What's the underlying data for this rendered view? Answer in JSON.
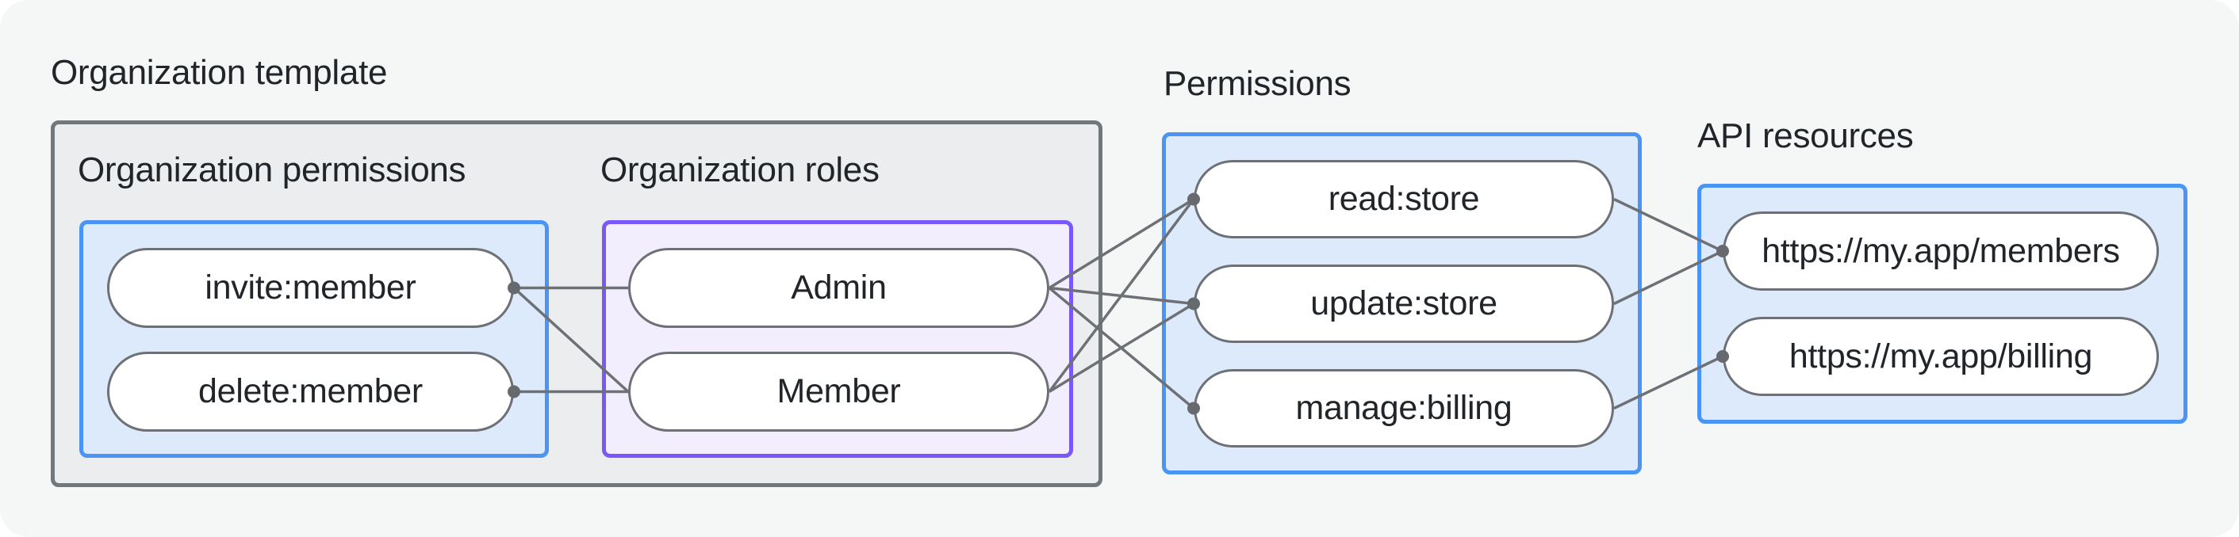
{
  "labels": {
    "organization_template": "Organization template",
    "organization_permissions": "Organization permissions",
    "organization_roles": "Organization roles",
    "permissions": "Permissions",
    "api_resources": "API resources"
  },
  "groups": [
    {
      "id": "organization-template",
      "label": "Organization template"
    },
    {
      "id": "organization-permissions",
      "label": "Organization permissions"
    },
    {
      "id": "organization-roles",
      "label": "Organization roles"
    },
    {
      "id": "permissions",
      "label": "Permissions"
    },
    {
      "id": "api-resources",
      "label": "API resources"
    }
  ],
  "nodes": [
    {
      "id": "invite",
      "label": "invite:member",
      "group": "organization-permissions"
    },
    {
      "id": "delete",
      "label": "delete:member",
      "group": "organization-permissions"
    },
    {
      "id": "admin",
      "label": "Admin",
      "group": "organization-roles"
    },
    {
      "id": "member",
      "label": "Member",
      "group": "organization-roles"
    },
    {
      "id": "read",
      "label": "read:store",
      "group": "permissions"
    },
    {
      "id": "update",
      "label": "update:store",
      "group": "permissions"
    },
    {
      "id": "manage",
      "label": "manage:billing",
      "group": "permissions"
    },
    {
      "id": "members_api",
      "label": "https://my.app/members",
      "group": "api-resources"
    },
    {
      "id": "billing_api",
      "label": "https://my.app/billing",
      "group": "api-resources"
    }
  ],
  "edges": [
    {
      "from": "invite",
      "to": "admin",
      "dot": "from"
    },
    {
      "from": "invite",
      "to": "member",
      "dot": "from"
    },
    {
      "from": "delete",
      "to": "member",
      "dot": "from"
    },
    {
      "from": "admin",
      "to": "read",
      "dot": "to"
    },
    {
      "from": "admin",
      "to": "update",
      "dot": "to"
    },
    {
      "from": "admin",
      "to": "manage",
      "dot": "to"
    },
    {
      "from": "member",
      "to": "read",
      "dot": "to"
    },
    {
      "from": "member",
      "to": "update",
      "dot": "to"
    },
    {
      "from": "read",
      "to": "members_api",
      "dot": "to"
    },
    {
      "from": "update",
      "to": "members_api",
      "dot": "to"
    },
    {
      "from": "manage",
      "to": "billing_api",
      "dot": "to"
    }
  ],
  "colors": {
    "background": "#f5f6f6",
    "template_box_fill": "#ebedee",
    "template_box_border": "#72777b",
    "blue_box_fill": "#dceafb",
    "blue_box_border": "#4a94f6",
    "purple_box_fill": "#f3eefd",
    "purple_box_border": "#7a57f8",
    "pill_fill": "#ffffff",
    "pill_border": "#6d7175",
    "connector_line": "#6d7175",
    "connector_dot": "#66696d",
    "text": "#212529"
  }
}
